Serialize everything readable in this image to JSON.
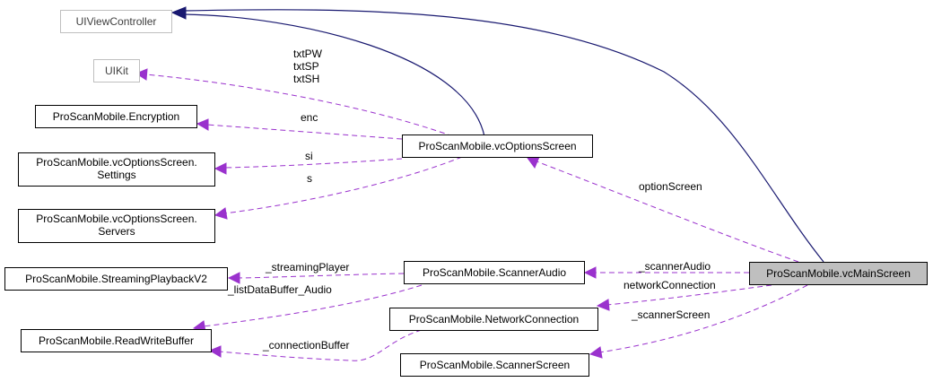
{
  "nodes": {
    "uiviewcontroller": "UIViewController",
    "uikit": "UIKit",
    "encryption": "ProScanMobile.Encryption",
    "settings": [
      "ProScanMobile.vcOptionsScreen.",
      "Settings"
    ],
    "servers": [
      "ProScanMobile.vcOptionsScreen.",
      "Servers"
    ],
    "streaming_playback": "ProScanMobile.StreamingPlaybackV2",
    "read_write_buffer": "ProScanMobile.ReadWriteBuffer",
    "vc_options_screen": "ProScanMobile.vcOptionsScreen",
    "scanner_audio": "ProScanMobile.ScannerAudio",
    "network_connection": "ProScanMobile.NetworkConnection",
    "scanner_screen": "ProScanMobile.ScannerScreen",
    "vc_main_screen": "ProScanMobile.vcMainScreen"
  },
  "edge_labels": {
    "txt_labels": [
      "txtPW",
      "txtSP",
      "txtSH"
    ],
    "enc": "enc",
    "si": "si",
    "s": "s",
    "option_screen": "optionScreen",
    "streaming_player": "_streamingPlayer",
    "list_data_buffer_audio": "_listDataBuffer_Audio",
    "connection_buffer": "_connectionBuffer",
    "scanner_audio": "_scannerAudio",
    "network_connection": "networkConnection",
    "scanner_screen": "_scannerScreen"
  },
  "colors": {
    "inheritance_edge": "#191970",
    "usage_edge": "#9a32cd",
    "focus_node_fill": "#bfbfbf",
    "external_node_border": "#bfbfbf"
  }
}
